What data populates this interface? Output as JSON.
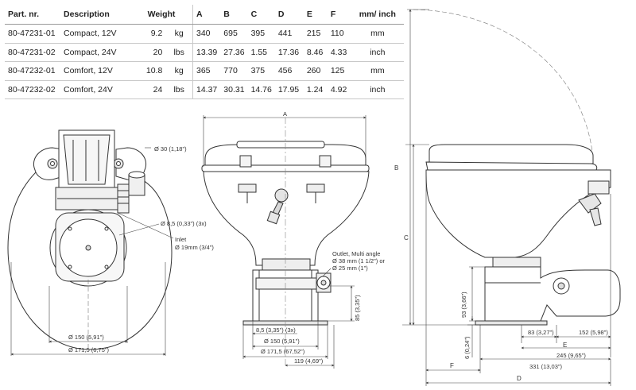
{
  "table": {
    "headers": {
      "part": "Part. nr.",
      "description": "Description",
      "weight": "Weight",
      "a": "A",
      "b": "B",
      "c": "C",
      "d": "D",
      "e": "E",
      "f": "F",
      "unit": "mm/ inch"
    },
    "rows": [
      {
        "part": "80-47231-01",
        "description": "Compact, 12V",
        "weight": "9.2",
        "weight_unit": "kg",
        "a": "340",
        "b": "695",
        "c": "395",
        "d": "441",
        "e": "215",
        "f": "110",
        "unit": "mm"
      },
      {
        "part": "80-47231-02",
        "description": "Compact, 24V",
        "weight": "20",
        "weight_unit": "lbs",
        "a": "13.39",
        "b": "27.36",
        "c": "1.55",
        "d": "17.36",
        "e": "8.46",
        "f": "4.33",
        "unit": "inch"
      },
      {
        "part": "80-47232-01",
        "description": "Comfort, 12V",
        "weight": "10.8",
        "weight_unit": "kg",
        "a": "365",
        "b": "770",
        "c": "375",
        "d": "456",
        "e": "260",
        "f": "125",
        "unit": "mm"
      },
      {
        "part": "80-47232-02",
        "description": "Comfort, 24V",
        "weight": "24",
        "weight_unit": "lbs",
        "a": "14.37",
        "b": "30.31",
        "c": "14.76",
        "d": "17.95",
        "e": "1.24",
        "f": "4.92",
        "unit": "inch"
      }
    ]
  },
  "top_view": {
    "dim_outlet_diameter": "Ø 30 (1,18\")",
    "dim_bolt_holes": "Ø 8,5 (0,33\") (3x)",
    "inlet_label_1": "Inlet",
    "inlet_label_2": "Ø 19mm (3/4\")",
    "dim_base_150": "Ø 150 (5,91\")",
    "dim_base_171": "Ø 171,5 (6,75\")"
  },
  "front_view": {
    "label_a": "A",
    "outlet_label_1": "Outlet, Multi angle",
    "outlet_label_2": "Ø 38 mm (1 1/2\") or",
    "outlet_label_3": "Ø 25 mm (1\")",
    "dim_height_85": "85 (3,35\")",
    "dim_holes": "8,5 (3,35\") (3x)",
    "dim_150": "Ø 150 (5,91\")",
    "dim_171": "Ø 171,5 (67,52\")",
    "dim_119": "119 (4,69\")"
  },
  "side_view": {
    "label_b": "B",
    "label_c": "C",
    "label_d": "D",
    "label_e": "E",
    "label_f": "F",
    "dim_93": "93 (3,66\")",
    "dim_6": "6 (0,24\")",
    "dim_83": "83 (3,27\")",
    "dim_152": "152 (5,98\")",
    "dim_245": "245 (9,65\")",
    "dim_331": "331 (13,03\")"
  }
}
